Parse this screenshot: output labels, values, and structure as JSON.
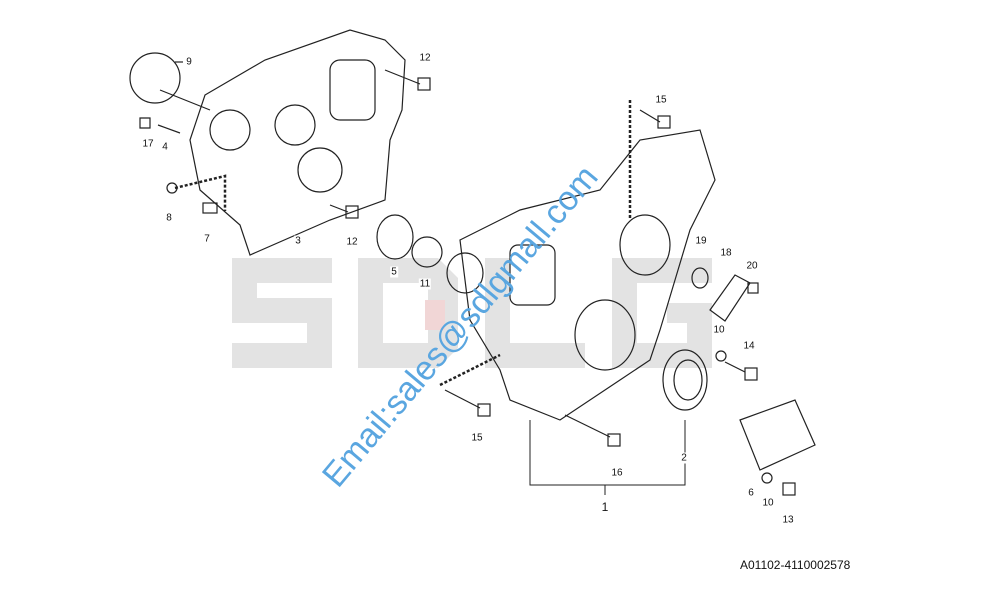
{
  "watermark": {
    "logo": "SDLG",
    "email": "Email:sales@sdlgmall.com"
  },
  "labels": [
    "9",
    "12",
    "17",
    "4",
    "8",
    "7",
    "3",
    "12",
    "5",
    "11",
    "15",
    "19",
    "18",
    "20",
    "10",
    "14",
    "15",
    "16",
    "2",
    "1",
    "6",
    "10",
    "13"
  ],
  "caption": "A01102-4110002578"
}
